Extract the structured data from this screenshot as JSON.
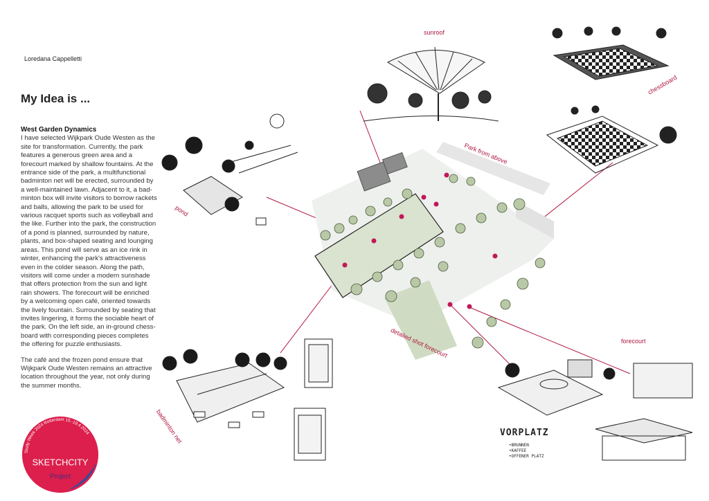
{
  "author": "Loredana Cappelletti",
  "title": "My Idea is ...",
  "article": {
    "heading": "West Garden Dynamics",
    "paragraphs": [
      "I have selected Wijkpark Oude Westen as the site for transformation. Currently, the park features a generous green area and a forecourt marked by shallow fountains. At the entrance side of the park, a multifunctional badminton net will be erected, surrounded by a well-maintained lawn. Adjacent to it, a bad-minton box will invite visitors to borrow rackets and balls, allowing the park to be used for various racquet sports such as volleyball and the like. Further into the park, the construction of a pond is planned, surrounded by nature, plants, and box-shaped seating and lounging areas. This pond will serve as an ice rink in winter, enhancing the park's attractiveness even in the colder season. Along the path, visitors will come under a modern sunshade that offers protection from the sun and light rain showers. The forecourt will be enriched by a welcoming open café, oriented towards the lively fountain. Surrounded by seating that invites lingering, it forms the sociable heart of the park. On the left side, an in-ground chess-board with corresponding pieces completes the offering for puzzle enthusiasts.",
      "The café and the frozen pond ensure that Wijkpark Oude Westen remains an attractive location throughout the year, not only during the summer months."
    ]
  },
  "labels": {
    "sunroof": "sunroof",
    "chessboard": "chessboard",
    "park_from_above": "Park from above",
    "pond": "pond",
    "detailed_shot": "detailed shot forecourt",
    "forecourt": "forecourt",
    "badminton": "badminton net"
  },
  "vorplatz": {
    "title": "VORPLATZ",
    "items": [
      "•BRUNNEN",
      "•KAFFEE",
      "•OFFENER PLATZ"
    ]
  },
  "sticker": {
    "text": "Study Week 2024 Rotterdam 15.-19.4.2024",
    "brand": "SKETCHCITY",
    "sub": "Project"
  },
  "colors": {
    "accent": "#b0173f",
    "sticker": "#dc1f4c"
  }
}
